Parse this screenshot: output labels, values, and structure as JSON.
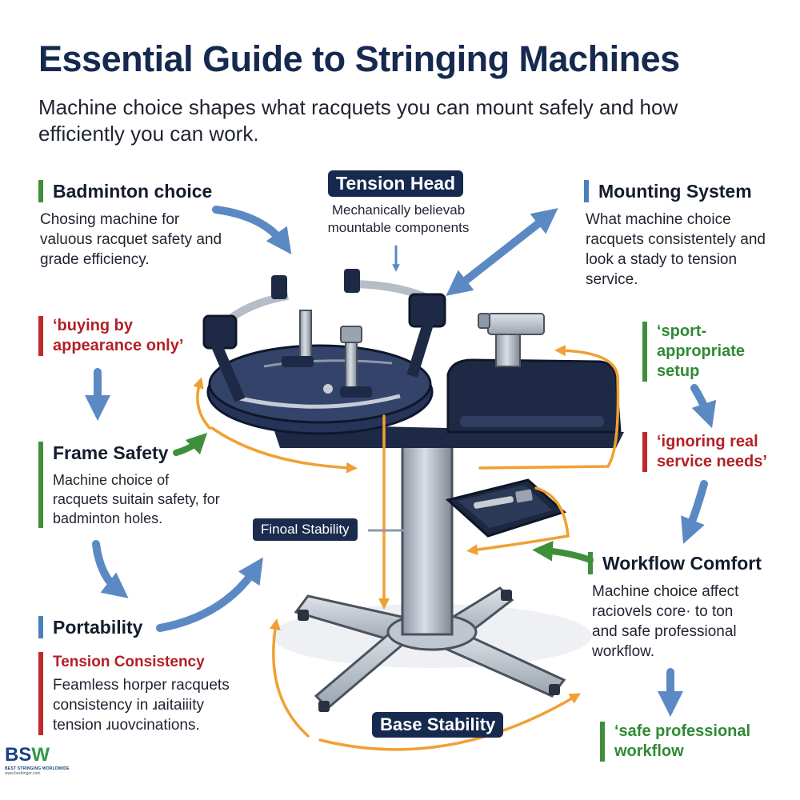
{
  "header": {
    "title": "Essential Guide to Stringing Machines",
    "subtitle": "Machine choice shapes what racquets you can mount safely and how efficiently you can work."
  },
  "tension_head": {
    "label": "Tension Head",
    "desc": "Mechanically believab mountable components"
  },
  "badminton": {
    "title": "Badminton choice",
    "desc": "Chosing machine for valuous racquet safety and grade efficiency."
  },
  "mounting": {
    "title": "Mounting System",
    "desc": "What machine choice racquets consistentely and look a stady to tension service."
  },
  "warnings": {
    "buying": "‘buying by appearance only’",
    "sport": "‘sport-appropriate setup",
    "ignoring": "‘ignoring real service needs’",
    "safe": "‘safe professional workflow"
  },
  "frame_safety": {
    "title": "Frame Safety",
    "desc": "Machine choice of racquets suitain safety, for badminton holes."
  },
  "final_stability": {
    "label": "Finoal Stability"
  },
  "portability": {
    "title": "Portability"
  },
  "tension_consistency": {
    "title": "Tension Consistency",
    "desc": "Feamless horper racquets consistency in ɹaitaiiity tension ɹuovcinations."
  },
  "workflow": {
    "title": "Workflow Comfort",
    "desc": "Machine choice affect raciovels core· to ton and safe professional workflow."
  },
  "base_stability": {
    "label": "Base Stability"
  },
  "logo": {
    "mark_a": "BS",
    "mark_b": "W",
    "name": "BEST STRINGING WORLDWIDE",
    "url": "www.bsstringer.com"
  },
  "colors": {
    "navy": "#16294f",
    "blue_arrow": "#5b89c4",
    "orange_flow": "#f0a033",
    "green": "#3f8f3a",
    "red": "#c1282d"
  }
}
